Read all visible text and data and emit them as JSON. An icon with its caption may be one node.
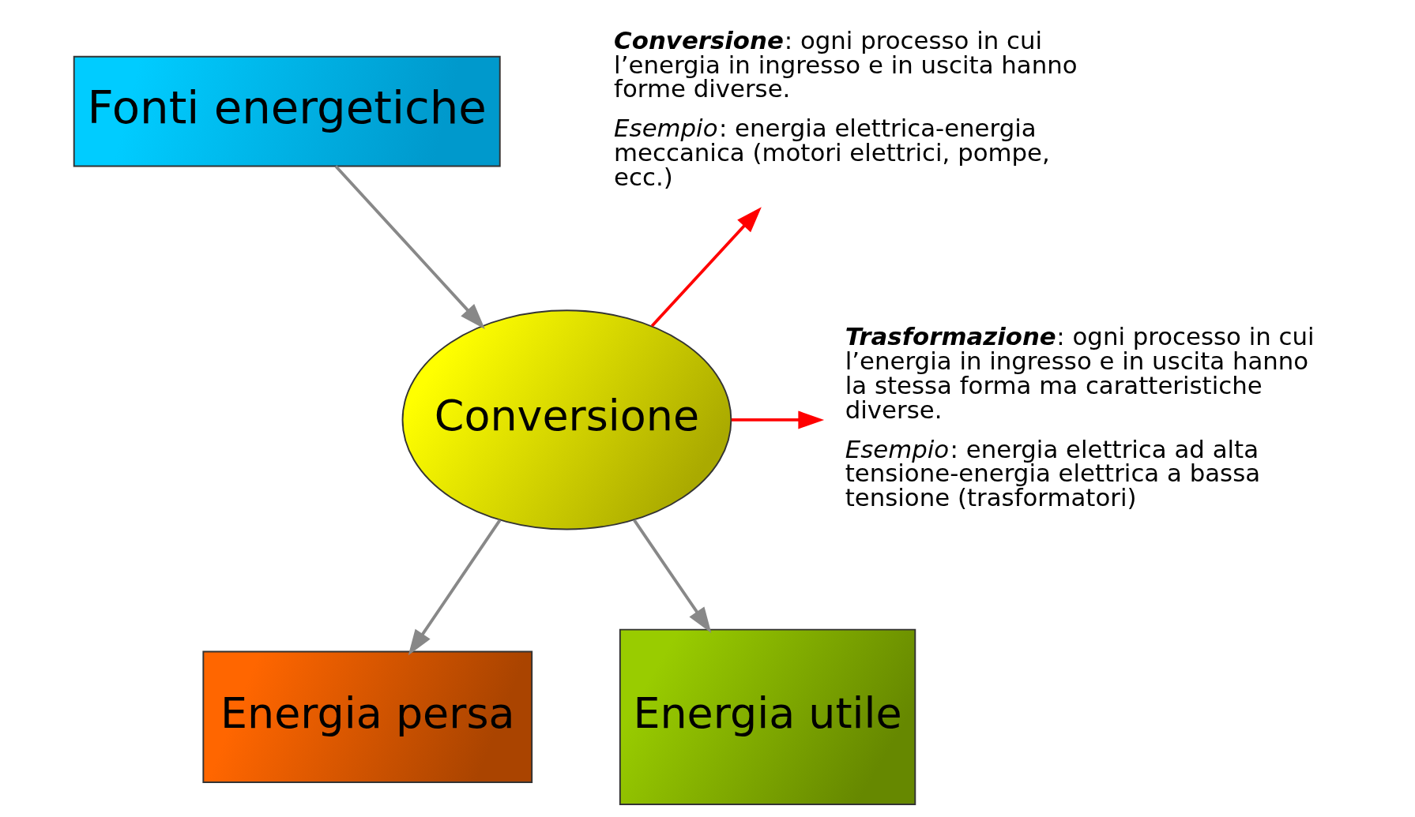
{
  "diagram": {
    "nodes": [
      {
        "text": [
          "Fonti energetiche"
        ]
      },
      {
        "text": [
          "Conversione"
        ]
      },
      {
        "text": [
          "Energia persa"
        ]
      },
      {
        "text": [
          "Energia utile"
        ]
      },
      {
        "text": [
          "**Conversione**: ogni processo in cui l’energia in ingresso e in uscita hanno forme diverse.",
          "*Esempio*: energia elettrica-energia meccanica (motori elettrici, pompe, ecc.)"
        ]
      },
      {
        "text": [
          "**Trasformazione**: ogni processo in cui l’energia in ingresso e in uscita hanno la stessa forma ma caratteristiche diverse.",
          "*Esempio*: energia elettrica ad alta tensione-energia elettrica a bassa tensione (trasformatori)"
        ]
      }
    ],
    "edges": [
      {
        "from": 0,
        "to": 1,
        "arrow": "to"
      },
      {
        "from": 1,
        "to": 2,
        "arrow": "to"
      },
      {
        "from": 1,
        "to": 3,
        "arrow": "to"
      },
      {
        "from": 1,
        "to": 4,
        "arrow": "to",
        "color": "#ff0000"
      },
      {
        "from": 1,
        "to": 5,
        "arrow": "to",
        "color": "#ff0000"
      }
    ]
  }
}
